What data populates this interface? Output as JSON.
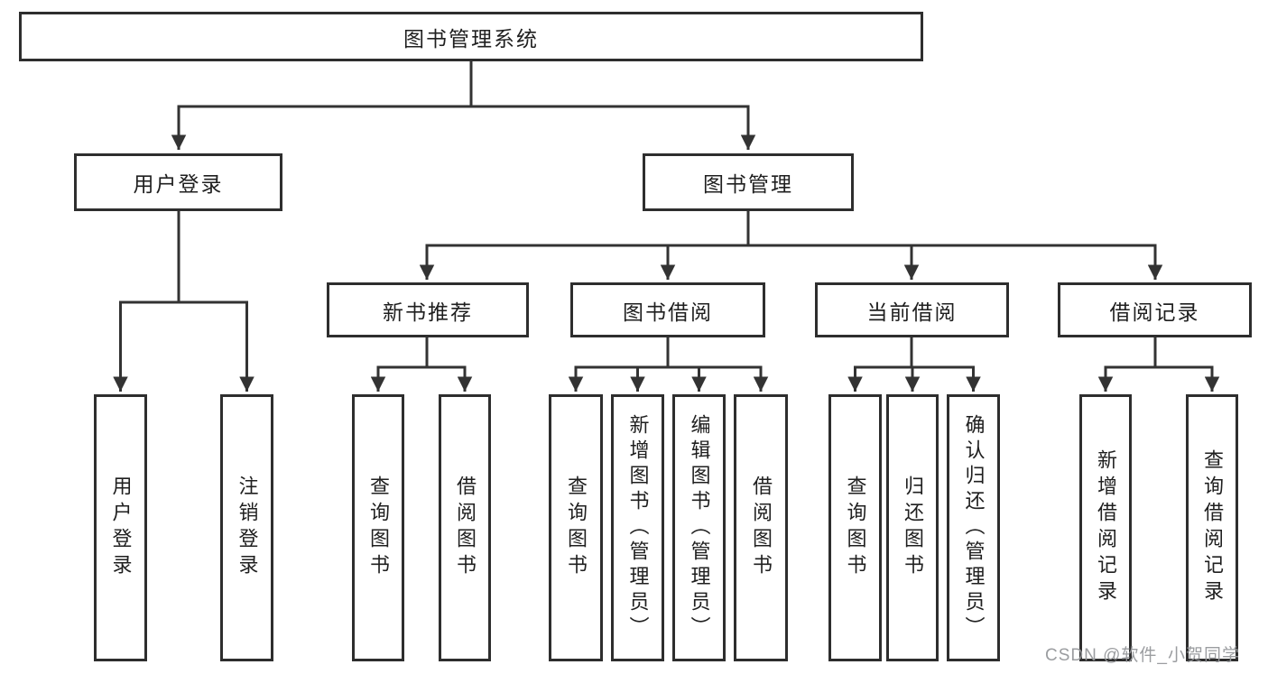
{
  "colors": {
    "line": "#333333",
    "box_border": "#2e2e2e",
    "text": "#1f1f1f",
    "background": "#ffffff",
    "watermark": "#96989b"
  },
  "watermark": {
    "text": "CSDN @软件_小贺同学"
  },
  "tree": {
    "root": {
      "label": "图书管理系统"
    },
    "branches": [
      {
        "label": "用户登录",
        "children": [
          {
            "label": "用户登录"
          },
          {
            "label": "注销登录"
          }
        ]
      },
      {
        "label": "图书管理",
        "children": [
          {
            "label": "新书推荐",
            "children": [
              {
                "label": "查询图书"
              },
              {
                "label": "借阅图书"
              }
            ]
          },
          {
            "label": "图书借阅",
            "children": [
              {
                "label": "查询图书"
              },
              {
                "label": "新增图书（管理员）"
              },
              {
                "label": "编辑图书（管理员）"
              },
              {
                "label": "借阅图书"
              }
            ]
          },
          {
            "label": "当前借阅",
            "children": [
              {
                "label": "查询图书"
              },
              {
                "label": "归还图书"
              },
              {
                "label": "确认归还（管理员）"
              }
            ]
          },
          {
            "label": "借阅记录",
            "children": [
              {
                "label": "新增借阅记录"
              },
              {
                "label": "查询借阅记录"
              }
            ]
          }
        ]
      }
    ]
  }
}
